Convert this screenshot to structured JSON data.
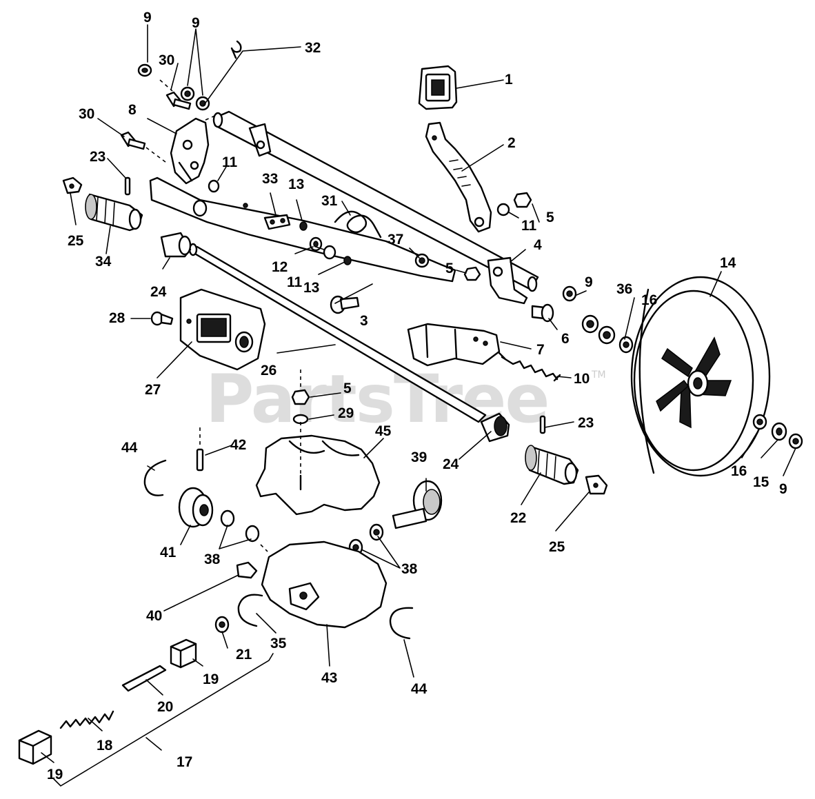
{
  "watermark": {
    "text": "PartsTree",
    "trademark": "TM"
  },
  "callouts": {
    "c1": "1",
    "c2": "2",
    "c3": "3",
    "c4": "4",
    "c5a": "5",
    "c5b": "5",
    "c5c": "5",
    "c6": "6",
    "c7": "7",
    "c8": "8",
    "c9a": "9",
    "c9b": "9",
    "c9c": "9",
    "c9d": "9",
    "c10": "10",
    "c11a": "11",
    "c11b": "11",
    "c11c": "11",
    "c12": "12",
    "c13a": "13",
    "c13b": "13",
    "c14": "14",
    "c15": "15",
    "c16a": "16",
    "c16b": "16",
    "c17": "17",
    "c18": "18",
    "c19a": "19",
    "c19b": "19",
    "c20": "20",
    "c21": "21",
    "c22": "22",
    "c23a": "23",
    "c23b": "23",
    "c24a": "24",
    "c24b": "24",
    "c25a": "25",
    "c25b": "25",
    "c26": "26",
    "c27": "27",
    "c28": "28",
    "c29": "29",
    "c30a": "30",
    "c30b": "30",
    "c31": "31",
    "c32": "32",
    "c33": "33",
    "c34": "34",
    "c35": "35",
    "c36": "36",
    "c37": "37",
    "c38a": "38",
    "c38b": "38",
    "c39": "39",
    "c40": "40",
    "c41": "41",
    "c42": "42",
    "c43": "43",
    "c44a": "44",
    "c44b": "44",
    "c45": "45"
  }
}
